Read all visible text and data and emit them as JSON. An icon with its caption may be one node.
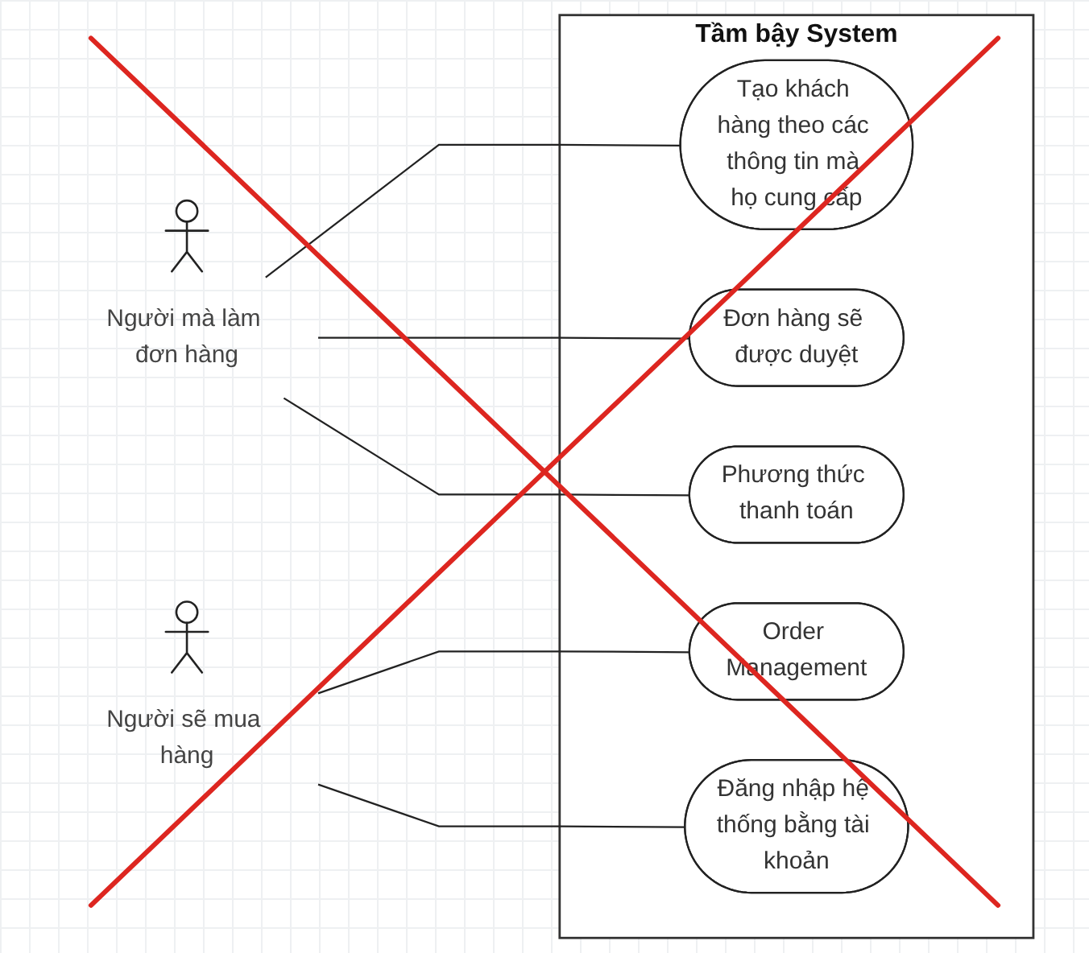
{
  "diagram": {
    "nodes": [
      {
        "text": [
          "Tầm bậy System"
        ]
      },
      {
        "text": [
          "Tạo khách hàng theo các thông tin mà họ cung cấp"
        ],
        "in": 0
      },
      {
        "text": [
          "Người mà làm đơn hàng"
        ]
      },
      {
        "text": [
          "Đơn hàng sẽ được duyệt"
        ],
        "in": 0
      },
      {
        "text": [
          "Phương thức thanh toán"
        ],
        "in": 0
      },
      {
        "text": [
          "Người sẽ mua hàng"
        ]
      },
      {
        "text": [
          "Order Management"
        ],
        "in": 0
      },
      {
        "text": [
          "Đăng nhập hệ thống bằng tài khoản"
        ],
        "in": 0
      }
    ],
    "edges": [
      {
        "from": 2,
        "to": 1,
        "arrow": "none"
      },
      {
        "from": 2,
        "to": 3,
        "arrow": "none"
      },
      {
        "from": 2,
        "to": 4,
        "arrow": "none"
      },
      {
        "from": 5,
        "to": 6,
        "arrow": "none"
      },
      {
        "from": 5,
        "to": 7,
        "arrow": "none"
      }
    ]
  }
}
